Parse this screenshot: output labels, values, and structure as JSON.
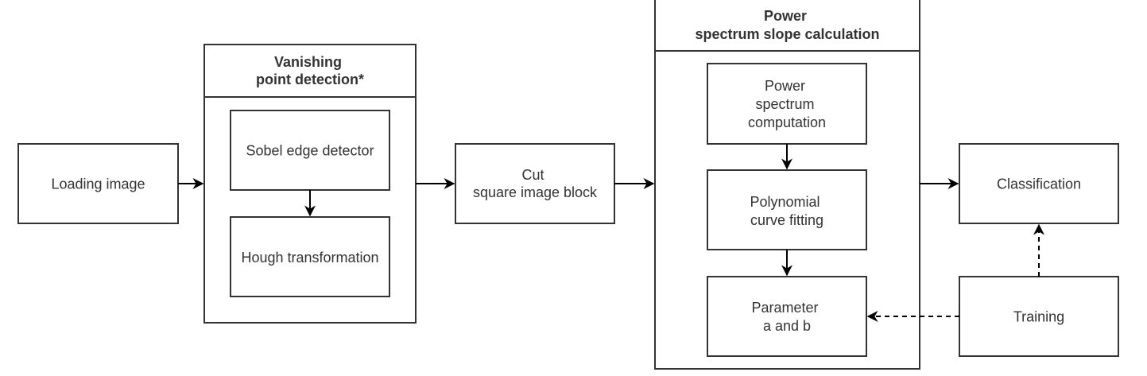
{
  "diagram": {
    "nodes": {
      "loading_image": {
        "lines": [
          "Loading image"
        ]
      },
      "vanishing_point": {
        "lines": [
          "Vanishing",
          "point detection*"
        ]
      },
      "sobel": {
        "lines": [
          "Sobel edge detector"
        ]
      },
      "hough": {
        "lines": [
          "Hough transformation"
        ]
      },
      "cut_square": {
        "lines": [
          "Cut",
          "square image block"
        ]
      },
      "power_slope": {
        "lines": [
          "Power",
          "spectrum slope calculation"
        ]
      },
      "power_computation": {
        "lines": [
          "Power",
          "spectrum",
          "computation"
        ]
      },
      "polynomial": {
        "lines": [
          "Polynomial",
          "curve fitting"
        ]
      },
      "parameter": {
        "lines": [
          "Parameter",
          "a and b"
        ]
      },
      "classification": {
        "lines": [
          "Classification"
        ]
      },
      "training": {
        "lines": [
          "Training"
        ]
      }
    },
    "edges": [
      {
        "from": "loading_image",
        "to": "vanishing_point",
        "style": "solid"
      },
      {
        "from": "sobel",
        "to": "hough",
        "style": "solid"
      },
      {
        "from": "vanishing_point",
        "to": "cut_square",
        "style": "solid"
      },
      {
        "from": "cut_square",
        "to": "power_slope",
        "style": "solid"
      },
      {
        "from": "power_computation",
        "to": "polynomial",
        "style": "solid"
      },
      {
        "from": "polynomial",
        "to": "parameter",
        "style": "solid"
      },
      {
        "from": "power_slope",
        "to": "classification",
        "style": "solid"
      },
      {
        "from": "training",
        "to": "classification",
        "style": "dashed"
      },
      {
        "from": "training",
        "to": "parameter",
        "style": "dashed"
      }
    ]
  }
}
